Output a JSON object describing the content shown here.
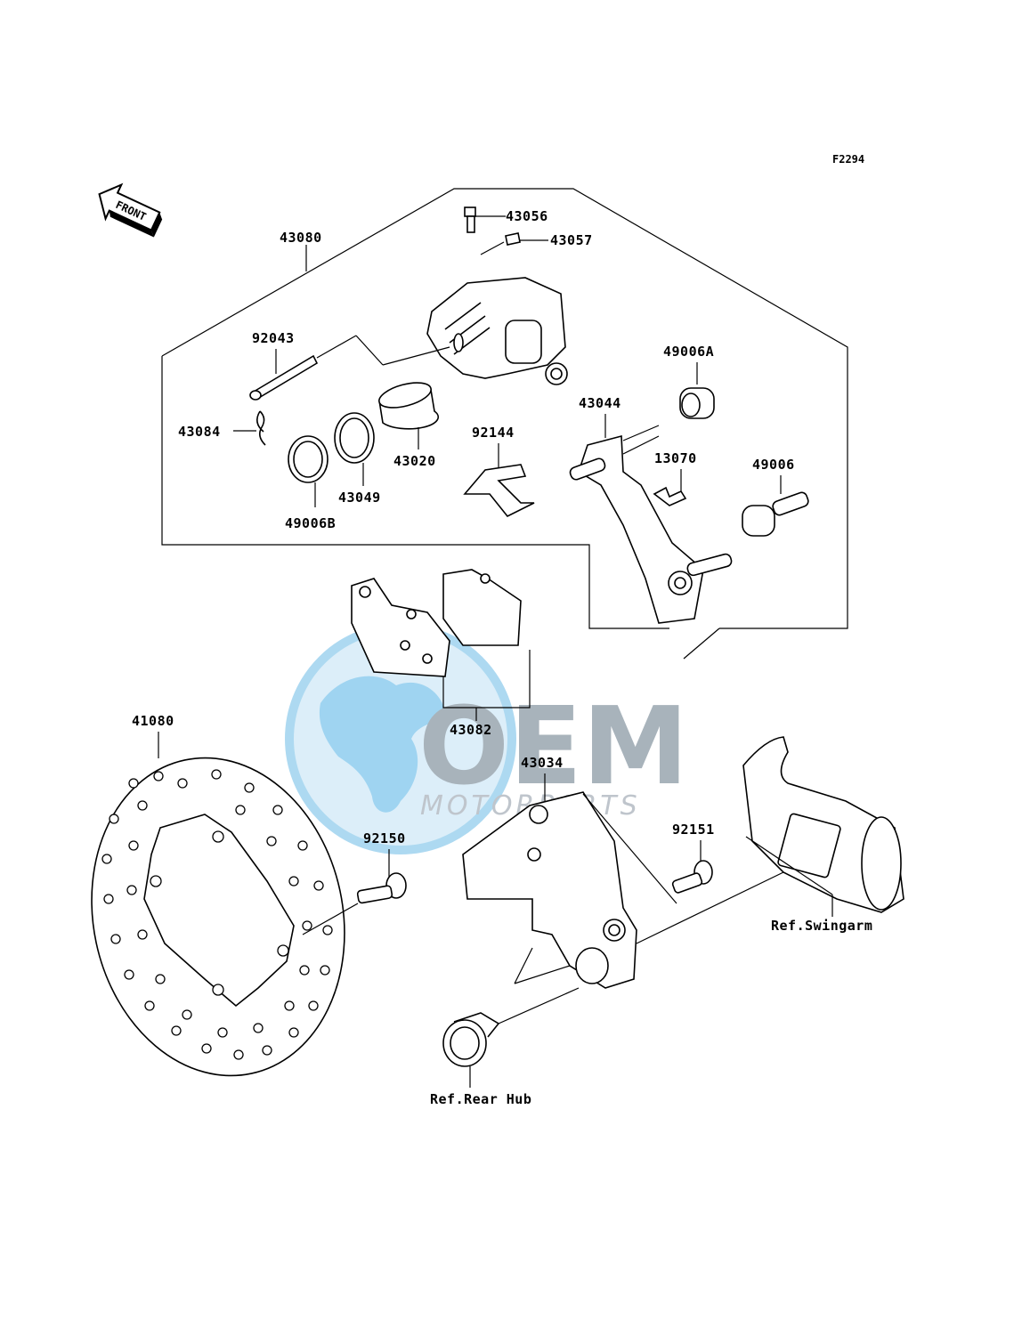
{
  "diagram_code": "F2294",
  "front_badge": "FRONT",
  "watermark": {
    "brand": "OEM",
    "sub": "MOTORPARTS",
    "globe_color": "#7cc3ea",
    "text_color": "#8a9aa6"
  },
  "part_labels": {
    "p43080": "43080",
    "p43056": "43056",
    "p43057": "43057",
    "p92043": "92043",
    "p49006A": "49006A",
    "p43044": "43044",
    "p43084": "43084",
    "p92144": "92144",
    "p13070": "13070",
    "p49006": "49006",
    "p43020": "43020",
    "p43049": "43049",
    "p49006B": "49006B",
    "p43082": "43082",
    "p41080": "41080",
    "p43034": "43034",
    "p92151": "92151",
    "p92150": "92150"
  },
  "references": {
    "swingarm": "Ref.Swingarm",
    "rear_hub": "Ref.Rear Hub"
  }
}
